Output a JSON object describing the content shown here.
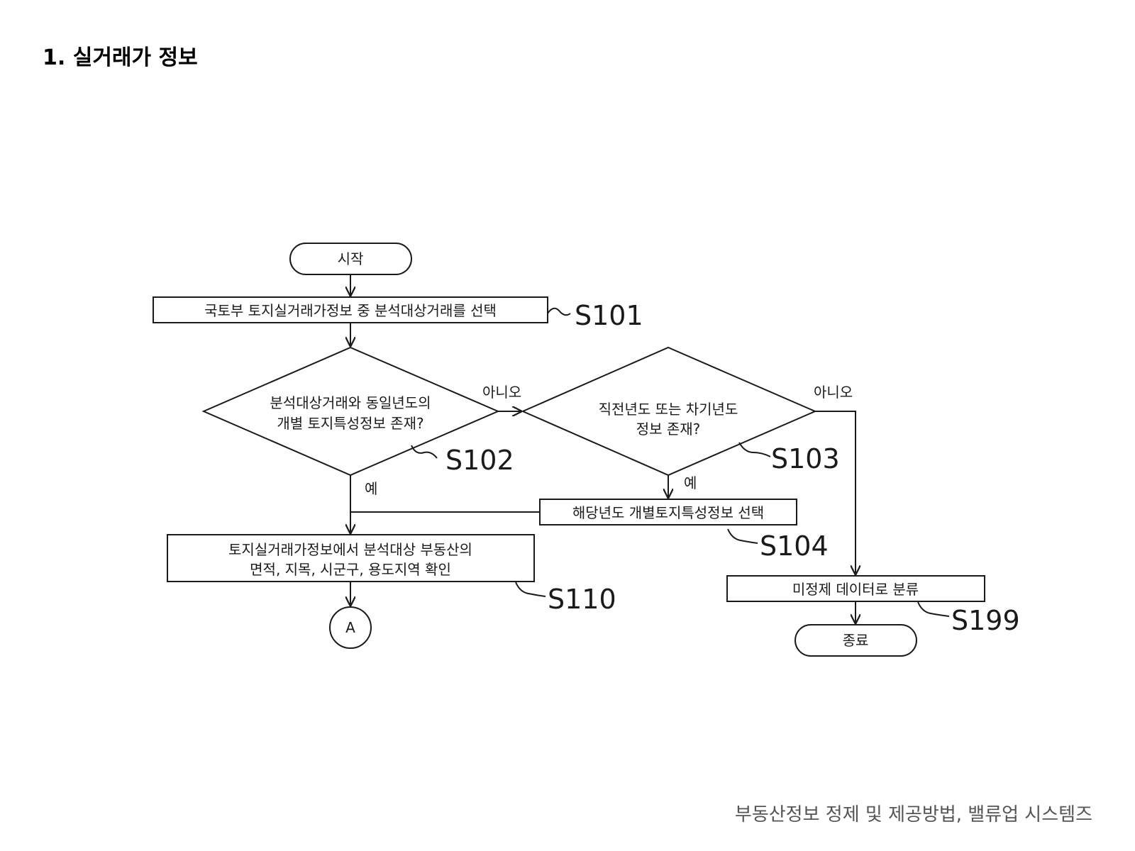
{
  "title": "1. 실거래가 정보",
  "footer": "부동산정보 정제 및 제공방법, 밸류업 시스템즈",
  "flowchart": {
    "start": "시작",
    "s101": {
      "text": "국토부 토지실거래가정보 중 분석대상거래를 선택",
      "id": "S101"
    },
    "s102": {
      "line1": "분석대상거래와 동일년도의",
      "line2": "개별 토지특성정보 존재?",
      "id": "S102"
    },
    "s103": {
      "line1": "직전년도 또는 차기년도",
      "line2": "정보 존재?",
      "id": "S103"
    },
    "s104": {
      "text": "해당년도 개별토지특성정보 선택",
      "id": "S104"
    },
    "s110": {
      "line1": "토지실거래가정보에서 분석대상 부동산의",
      "line2": "면적, 지목, 시군구, 용도지역 확인",
      "id": "S110"
    },
    "s199": {
      "text": "미정제 데이터로 분류",
      "id": "S199"
    },
    "connector": "A",
    "end": "종료",
    "yes": "예",
    "no": "아니오"
  }
}
